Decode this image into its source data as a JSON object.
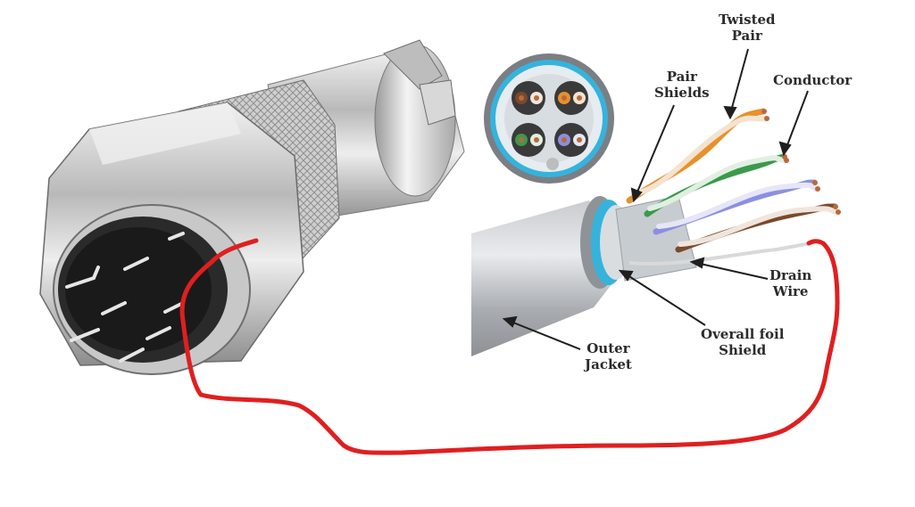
{
  "labels": {
    "twisted_pair": [
      "Twisted",
      "Pair"
    ],
    "conductor": "Conductor",
    "pair_shields": [
      "Pair",
      "Shields"
    ],
    "drain_wire": [
      "Drain",
      "Wire"
    ],
    "overall_foil_shield": [
      "Overall foil",
      "Shield"
    ],
    "outer_jacket": [
      "Outer",
      "Jacket"
    ]
  },
  "colors": {
    "red_wire": "#e01f1f",
    "jacket": "#9fa3a7",
    "foil": "#35b3dd",
    "orange_pair": "#e8912d",
    "green_pair": "#3b9a4b",
    "blue_pair": "#8c8fe0",
    "brown_pair": "#7a4a2c",
    "metal": "#c9c9c9",
    "label_text": "#2b2b2b"
  }
}
